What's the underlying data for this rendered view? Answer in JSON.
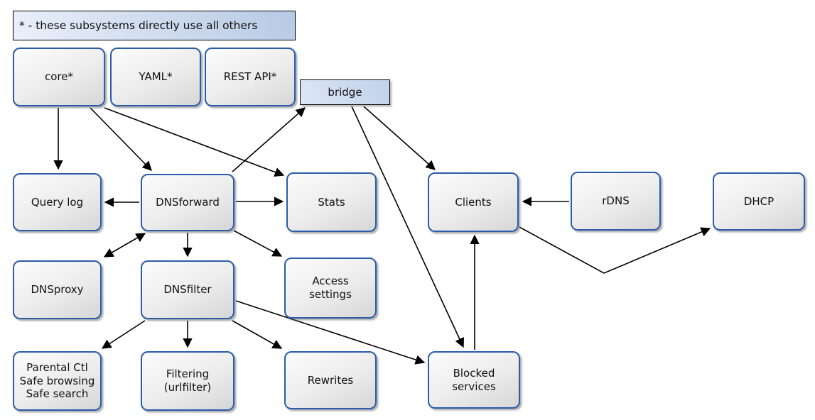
{
  "diagram": {
    "legend": "* - these subsystems directly use all others",
    "colors": {
      "module_border": "#2a5caa",
      "module_fill_top": "#fcfcfc",
      "module_fill_bottom": "#d6d6d6",
      "blue_fill_light": "#eaf0fa",
      "blue_fill_dark": "#b6c9e4",
      "edge": "#000000"
    },
    "nodes": [
      {
        "id": "core",
        "label": "core*",
        "kind": "module"
      },
      {
        "id": "yaml",
        "label": "YAML*",
        "kind": "module"
      },
      {
        "id": "restapi",
        "label": "REST API*",
        "kind": "module"
      },
      {
        "id": "bridge",
        "label": "bridge",
        "kind": "bridge"
      },
      {
        "id": "querylog",
        "label": "Query log",
        "kind": "module"
      },
      {
        "id": "dnsforward",
        "label": "DNSforward",
        "kind": "module"
      },
      {
        "id": "stats",
        "label": "Stats",
        "kind": "module"
      },
      {
        "id": "clients",
        "label": "Clients",
        "kind": "module"
      },
      {
        "id": "rdns",
        "label": "rDNS",
        "kind": "module"
      },
      {
        "id": "dhcp",
        "label": "DHCP",
        "kind": "module"
      },
      {
        "id": "dnsproxy",
        "label": "DNSproxy",
        "kind": "module"
      },
      {
        "id": "dnsfilter",
        "label": "DNSfilter",
        "kind": "module"
      },
      {
        "id": "access",
        "label": "Access\nsettings",
        "kind": "module"
      },
      {
        "id": "parental",
        "label": "Parental Ctl\nSafe browsing\nSafe search",
        "kind": "module"
      },
      {
        "id": "filtering",
        "label": "Filtering\n(urlfilter)",
        "kind": "module"
      },
      {
        "id": "rewrites",
        "label": "Rewrites",
        "kind": "module"
      },
      {
        "id": "blocked",
        "label": "Blocked\nservices",
        "kind": "module"
      }
    ],
    "edges": [
      {
        "from": "core",
        "to": "querylog",
        "dir": "forward"
      },
      {
        "from": "core",
        "to": "dnsforward",
        "dir": "forward"
      },
      {
        "from": "core",
        "to": "stats",
        "dir": "forward"
      },
      {
        "from": "dnsforward",
        "to": "bridge",
        "dir": "forward"
      },
      {
        "from": "dnsforward",
        "to": "querylog",
        "dir": "forward"
      },
      {
        "from": "dnsforward",
        "to": "stats",
        "dir": "forward"
      },
      {
        "from": "dnsforward",
        "to": "dnsproxy",
        "dir": "both"
      },
      {
        "from": "dnsforward",
        "to": "dnsfilter",
        "dir": "forward"
      },
      {
        "from": "dnsforward",
        "to": "access",
        "dir": "forward"
      },
      {
        "from": "dnsfilter",
        "to": "parental",
        "dir": "forward"
      },
      {
        "from": "dnsfilter",
        "to": "filtering",
        "dir": "forward"
      },
      {
        "from": "dnsfilter",
        "to": "rewrites",
        "dir": "forward"
      },
      {
        "from": "dnsfilter",
        "to": "blocked",
        "dir": "forward"
      },
      {
        "from": "bridge",
        "to": "clients",
        "dir": "forward"
      },
      {
        "from": "bridge",
        "to": "blocked",
        "dir": "forward"
      },
      {
        "from": "rdns",
        "to": "clients",
        "dir": "forward"
      },
      {
        "from": "blocked",
        "to": "clients",
        "dir": "forward"
      },
      {
        "from": "clients",
        "to": "dhcp",
        "dir": "forward"
      }
    ]
  }
}
